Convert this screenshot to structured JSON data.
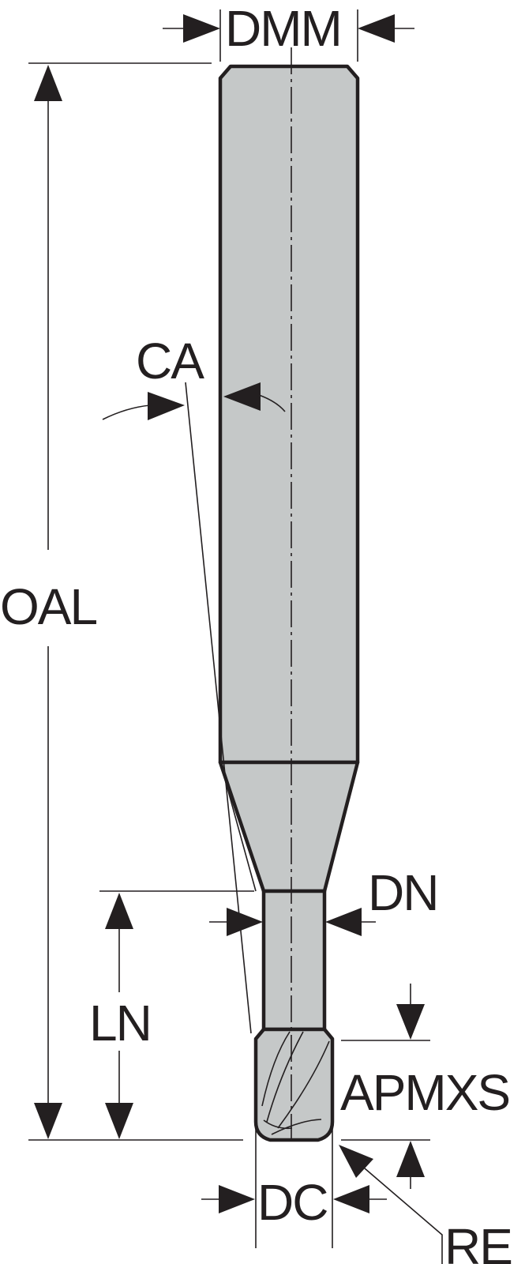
{
  "diagram": {
    "labels": {
      "dmm": "DMM",
      "ca": "CA",
      "oal": "OAL",
      "dn": "DN",
      "ln": "LN",
      "apmxs": "APMXS",
      "dc": "DC",
      "re": "RE"
    },
    "colors": {
      "body_fill": "#c5c8c8",
      "line": "#231f20",
      "background": "#ffffff"
    }
  }
}
